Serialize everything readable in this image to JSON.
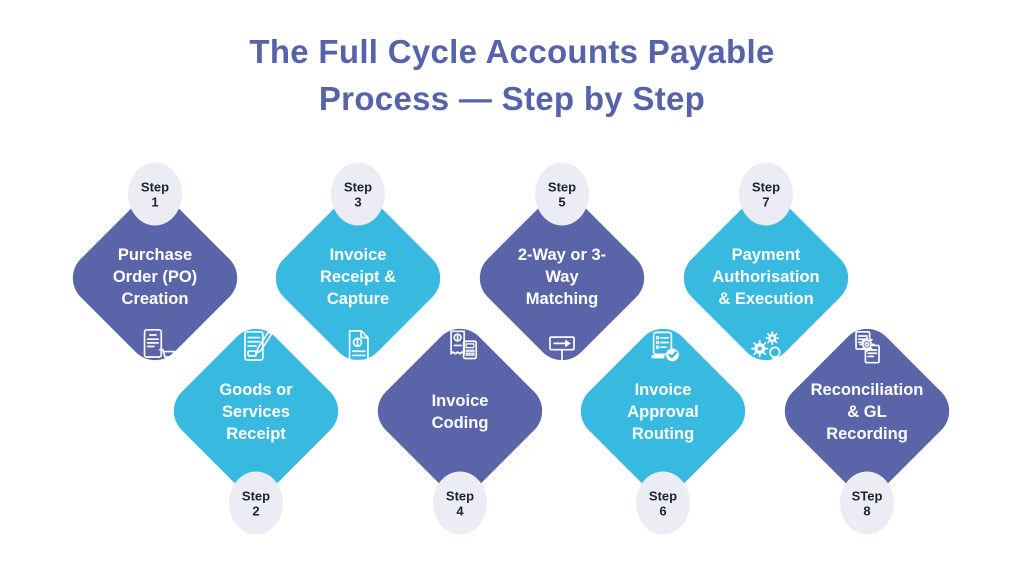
{
  "title": {
    "text": "The Full Cycle Accounts Payable\nProcess — Step by Step"
  },
  "colors": {
    "title_text": "#5663aa",
    "purple_diamond": "#5a64a8",
    "cyan_diamond": "#38b9df",
    "badge_bg": "#ecedf4",
    "badge_text": "#1c2433",
    "step_label_text": "#ffffff",
    "background": "#ffffff"
  },
  "steps": [
    {
      "badge": "Step\n1",
      "label": "Purchase\nOrder (PO)\nCreation",
      "icon": "po-cart-icon",
      "color_hex": "#5a64a8",
      "position": "top"
    },
    {
      "badge": "Step\n2",
      "label": "Goods or\nServices\nReceipt",
      "icon": "receipt-pen-icon",
      "color_hex": "#38b9df",
      "position": "bottom"
    },
    {
      "badge": "Step\n3",
      "label": "Invoice\nReceipt &\nCapture",
      "icon": "invoice-dollar-icon",
      "color_hex": "#38b9df",
      "position": "top"
    },
    {
      "badge": "Step\n4",
      "label": "Invoice\nCoding",
      "icon": "receipt-calculator-icon",
      "color_hex": "#5a64a8",
      "position": "bottom"
    },
    {
      "badge": "Step\n5",
      "label": "2-Way or 3-\nWay\nMatching",
      "icon": "signpost-arrow-icon",
      "color_hex": "#5a64a8",
      "position": "top"
    },
    {
      "badge": "Step\n6",
      "label": "Invoice\nApproval\nRouting",
      "icon": "checklist-check-icon",
      "color_hex": "#38b9df",
      "position": "bottom"
    },
    {
      "badge": "Step\n7",
      "label": "Payment\nAuthorisation\n& Execution",
      "icon": "gears-bulb-icon",
      "color_hex": "#38b9df",
      "position": "top"
    },
    {
      "badge": "STep\n8",
      "label": "Reconciliation\n& GL\nRecording",
      "icon": "docs-gear-icon",
      "color_hex": "#5a64a8",
      "position": "bottom"
    }
  ]
}
